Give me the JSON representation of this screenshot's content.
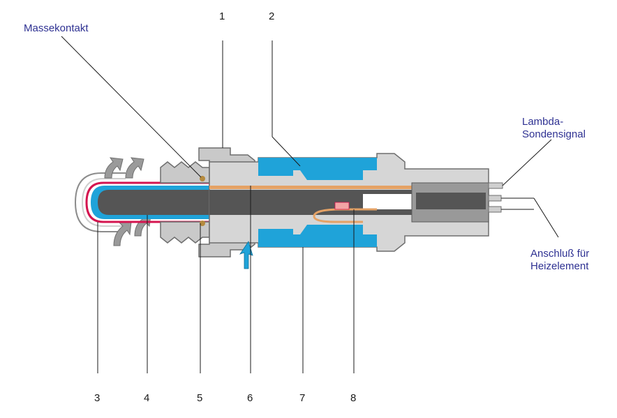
{
  "labels": {
    "massekontakt": "Massekontakt",
    "lambda_signal": "Lambda-\nSondensignal",
    "anschluss": "Anschluß für\nHeizelement",
    "n1": "1",
    "n2": "2",
    "n3": "3",
    "n4": "4",
    "n5": "5",
    "n6": "6",
    "n7": "7",
    "n8": "8"
  },
  "colors": {
    "label_text": "#2e3192",
    "number_text": "#1a1a1a",
    "housing": "#c9c9c9",
    "housing_dark": "#8c8c8c",
    "ceramic": "#555555",
    "blue_gas": "#1fa3d9",
    "copper": "#e5a265",
    "red_layer": "#d4144f",
    "heater_pad": "#f2a5a5",
    "arrows": "#9a9a9a"
  }
}
